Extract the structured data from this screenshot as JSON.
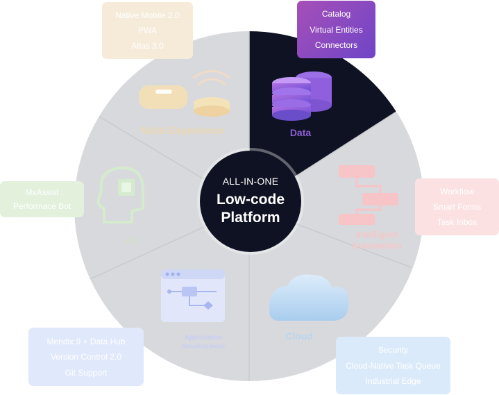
{
  "center": {
    "kicker": "ALL-IN-ONE",
    "title_line1": "Low-code",
    "title_line2": "Platform"
  },
  "segments": {
    "multi_experience": "Multi-Experience",
    "data": "Data",
    "intelligent_automation_line1": "Intelligent",
    "intelligent_automation_line2": "Automation",
    "ai": "A.I.",
    "cloud": "Cloud",
    "app_dev_line1": "Application",
    "app_dev_line2": "Development"
  },
  "callouts": {
    "multi_experience": [
      "Native Mobile 2.0",
      "PWA",
      "Atlas 3.0"
    ],
    "data": [
      "Catalog",
      "Virtual Entities",
      "Connectors"
    ],
    "ai": [
      "MxAssist",
      "Performace Bot"
    ],
    "automation": [
      "Workflow",
      "Smart Forms",
      "Task Inbox"
    ],
    "app_dev": [
      "Mendix 9 + Data Hub",
      "Version Control 2.0",
      "Git Support"
    ],
    "cloud": [
      "Security",
      "Cloud-Native Task Queue",
      "Industrial Edge"
    ]
  },
  "colors": {
    "wheel": "#d8d9dc",
    "wheel_divider": "#c9cacd",
    "data_segment": "#0f1222",
    "center": "#0f1222",
    "data_accent": "#8e5fd6"
  },
  "icons": {
    "multi_experience": "vr-headset-wifi-icon",
    "data": "database-stack-icon",
    "automation": "workflow-blocks-icon",
    "ai": "head-chip-icon",
    "cloud": "cloud-icon",
    "app_dev": "app-window-flow-icon"
  }
}
